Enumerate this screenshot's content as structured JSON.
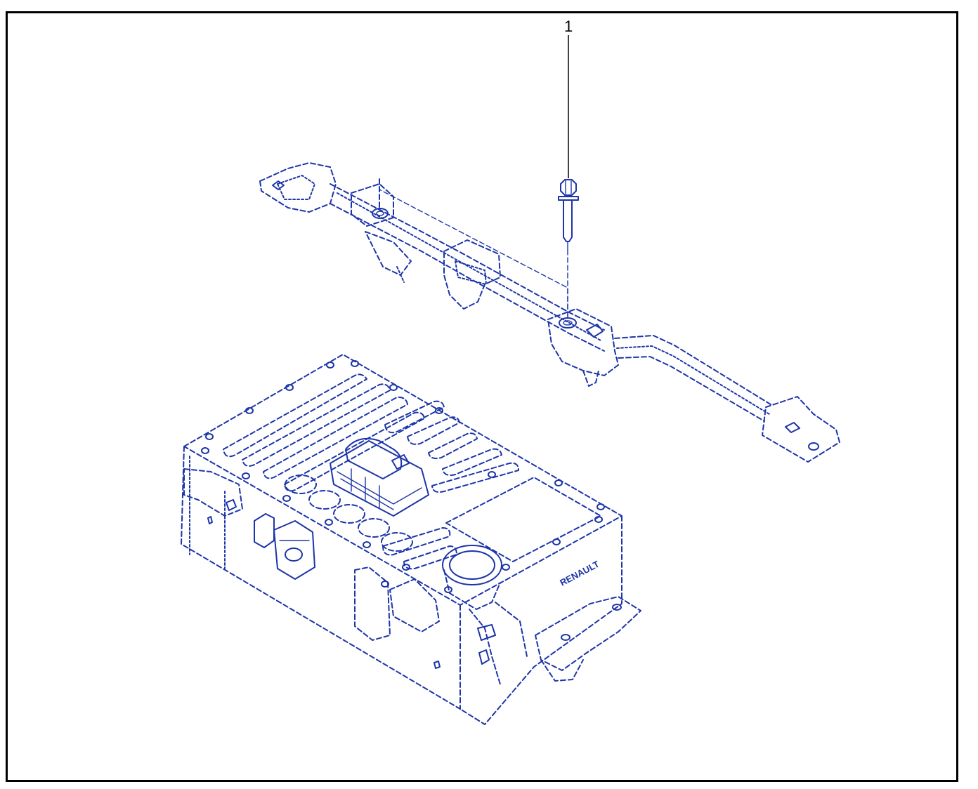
{
  "diagram": {
    "callouts": [
      {
        "number": "1",
        "part": "bolt"
      }
    ],
    "brand_marking": "RENAULT",
    "line_color": "#1d35a8",
    "frame_color": "#000000",
    "parts": [
      "bolt",
      "support-bar",
      "battery-pack"
    ]
  }
}
